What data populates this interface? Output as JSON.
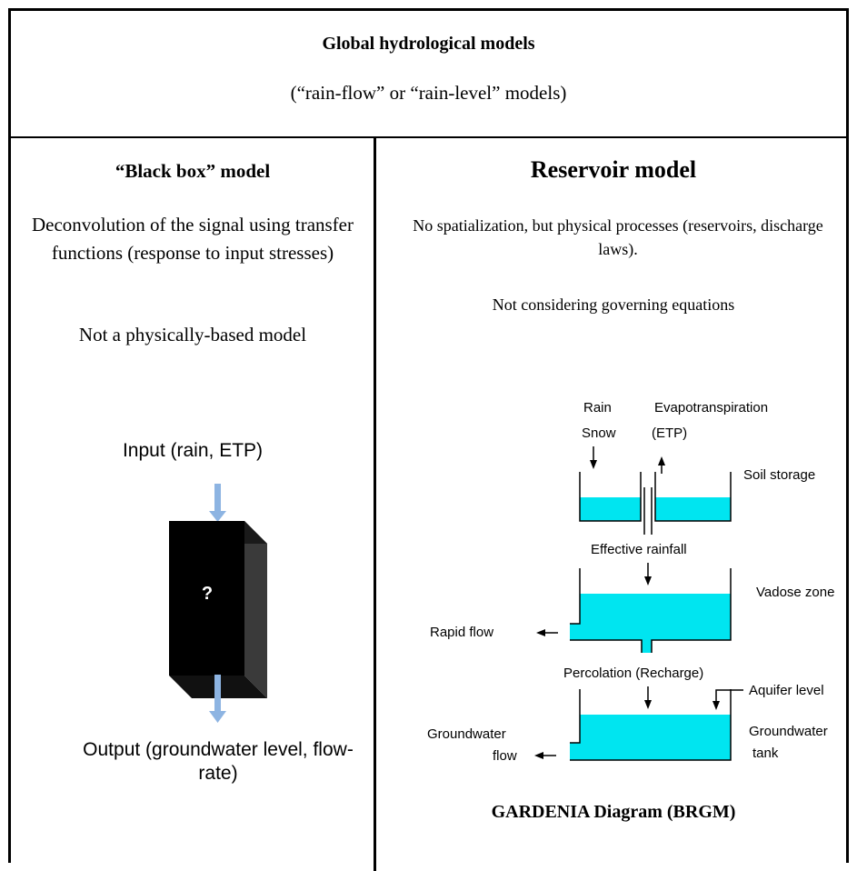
{
  "header": {
    "title": "Global hydrological models",
    "subtitle": "(“rain-flow” or “rain-level” models)"
  },
  "black_box": {
    "heading": "“Black box” model",
    "description": "Deconvolution of the signal using transfer functions (response to input stresses)",
    "note": "Not a physically-based model",
    "input_label": "Input (rain, ETP)",
    "box_symbol": "?",
    "output_label": "Output (groundwater level, flow-rate)"
  },
  "reservoir": {
    "heading": "Reservoir model",
    "description": "No spatialization, but physical processes (reservoirs, discharge laws).",
    "note": "Not considering governing equations",
    "caption": "GARDENIA Diagram (BRGM)"
  },
  "gardenia": {
    "rain": "Rain",
    "snow": "Snow",
    "evapotranspiration": "Evapotranspiration",
    "etp": "(ETP)",
    "soil_storage": "Soil storage",
    "effective_rainfall": "Effective rainfall",
    "vadose_zone": "Vadose zone",
    "rapid_flow": "Rapid flow",
    "percolation": "Percolation (Recharge)",
    "aquifer_level": "Aquifer level",
    "groundwater_flow_1": "Groundwater",
    "groundwater_flow_2": "flow",
    "groundwater_tank_1": "Groundwater",
    "groundwater_tank_2": "tank",
    "water_color": "#00e5f0",
    "arrow_color": "#8db4e2"
  }
}
